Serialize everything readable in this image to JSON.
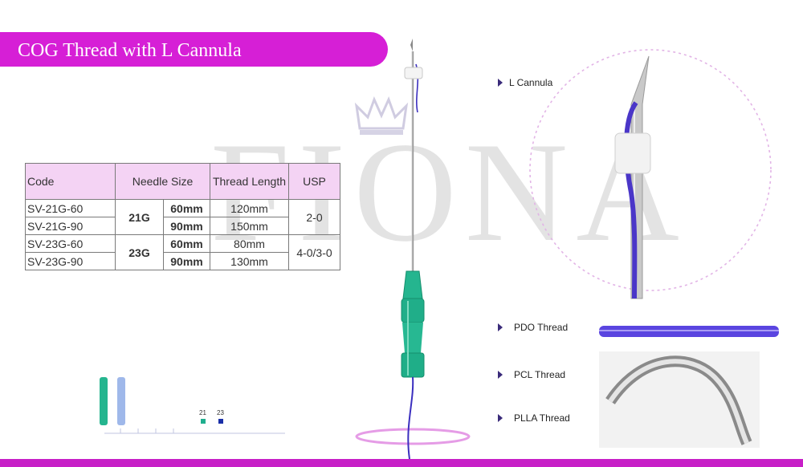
{
  "banner": {
    "title": "COG Thread with L Cannula"
  },
  "watermark": {
    "text": "FIONA"
  },
  "table": {
    "headers": {
      "code": "Code",
      "needle_size": "Needle Size",
      "thread_length": "Thread Length",
      "usp": "USP"
    },
    "rows": [
      {
        "code": "SV-21G-60",
        "gauge": "21G",
        "needle": "60mm",
        "length": "120mm",
        "usp": "2-0"
      },
      {
        "code": "SV-21G-90",
        "gauge": "21G",
        "needle": "90mm",
        "length": "150mm",
        "usp": "2-0"
      },
      {
        "code": "SV-23G-60",
        "gauge": "23G",
        "needle": "60mm",
        "length": "80mm",
        "usp": "4-0/3-0"
      },
      {
        "code": "SV-23G-90",
        "gauge": "23G",
        "needle": "90mm",
        "length": "130mm",
        "usp": "4-0/3-0"
      }
    ]
  },
  "callouts": {
    "l_cannula": "L Cannula",
    "pdo": "PDO Thread",
    "pcl": "PCL Thread",
    "plla": "PLLA Thread"
  },
  "gauge_legend": [
    {
      "label": "21",
      "color": "#1fae8e"
    },
    {
      "label": "23",
      "color": "#1a2fa8"
    }
  ],
  "colors": {
    "brand": "#d61fd6",
    "thread": "#3b2fbf",
    "hub": "#20b48c"
  }
}
